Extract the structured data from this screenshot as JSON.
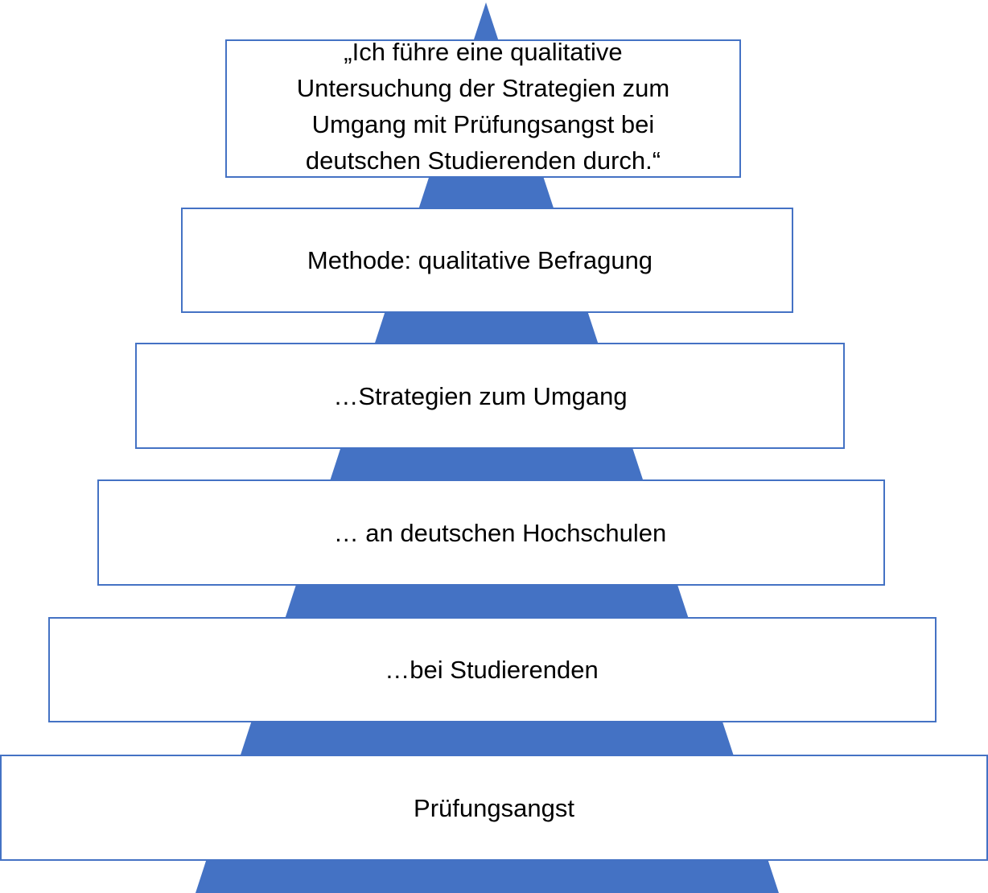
{
  "diagram": {
    "pyramid_color": "#4472c4",
    "box_border_color": "#4472c4",
    "levels": [
      {
        "text": "„Ich führe eine qualitative\nUntersuchung der Strategien zum\nUmgang mit Prüfungsangst bei\ndeutschen Studierenden durch.“"
      },
      {
        "text": "Methode: qualitative Befragung"
      },
      {
        "text": "…Strategien zum Umgang"
      },
      {
        "text": "… an deutschen Hochschulen"
      },
      {
        "text": "…bei Studierenden"
      },
      {
        "text": "Prüfungsangst"
      }
    ]
  }
}
